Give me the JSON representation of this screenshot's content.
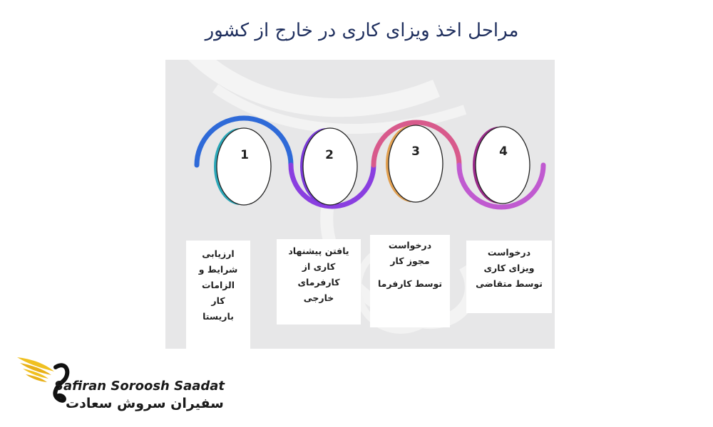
{
  "title": "مراحل اخذ ویزای کاری در خارج از کشور",
  "steps": [
    {
      "number": "1",
      "lines": [
        "ارزیابی",
        "شرایط و",
        "الزامات",
        "کار",
        "باریستا"
      ]
    },
    {
      "number": "2",
      "lines": [
        "یافتن پیشنهاد",
        "کاری از",
        "کارفرمای",
        "خارجی"
      ]
    },
    {
      "number": "3",
      "lines": [
        "درخواست",
        "مجوز کار",
        "توسط کارفرما"
      ]
    },
    {
      "number": "4",
      "lines": [
        "درخواست",
        "ویزای کاری",
        "توسط متقاضی"
      ]
    }
  ],
  "logo": {
    "en": "Safiran Soroosh Saadat",
    "fa": "سفیران سروش سعادت"
  },
  "colors": {
    "title": "#1f2f5e",
    "wave_blue": "#2f6ad8",
    "wave_purple": "#8a3fe0",
    "wave_pink": "#d85a8c",
    "wave_magenta": "#c05ad0",
    "accent_teal": "#2aa7b8",
    "accent_orange": "#e2a050",
    "accent_plum": "#9a2a8a",
    "logo_gold": "#f0c020"
  }
}
